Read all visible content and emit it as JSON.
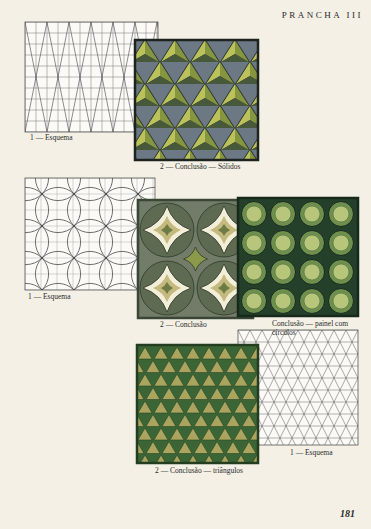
{
  "diagram": {
    "title": "PRANCHA III",
    "labels": [
      "1 — Esquema",
      "2 — Conclusão — Sólidos",
      "1 — Esquema",
      "2 — Conclusão",
      "Conclusão — painel com círculos",
      "2 — Conclusão — triângulos",
      "1 — Esquema",
      "181"
    ]
  }
}
